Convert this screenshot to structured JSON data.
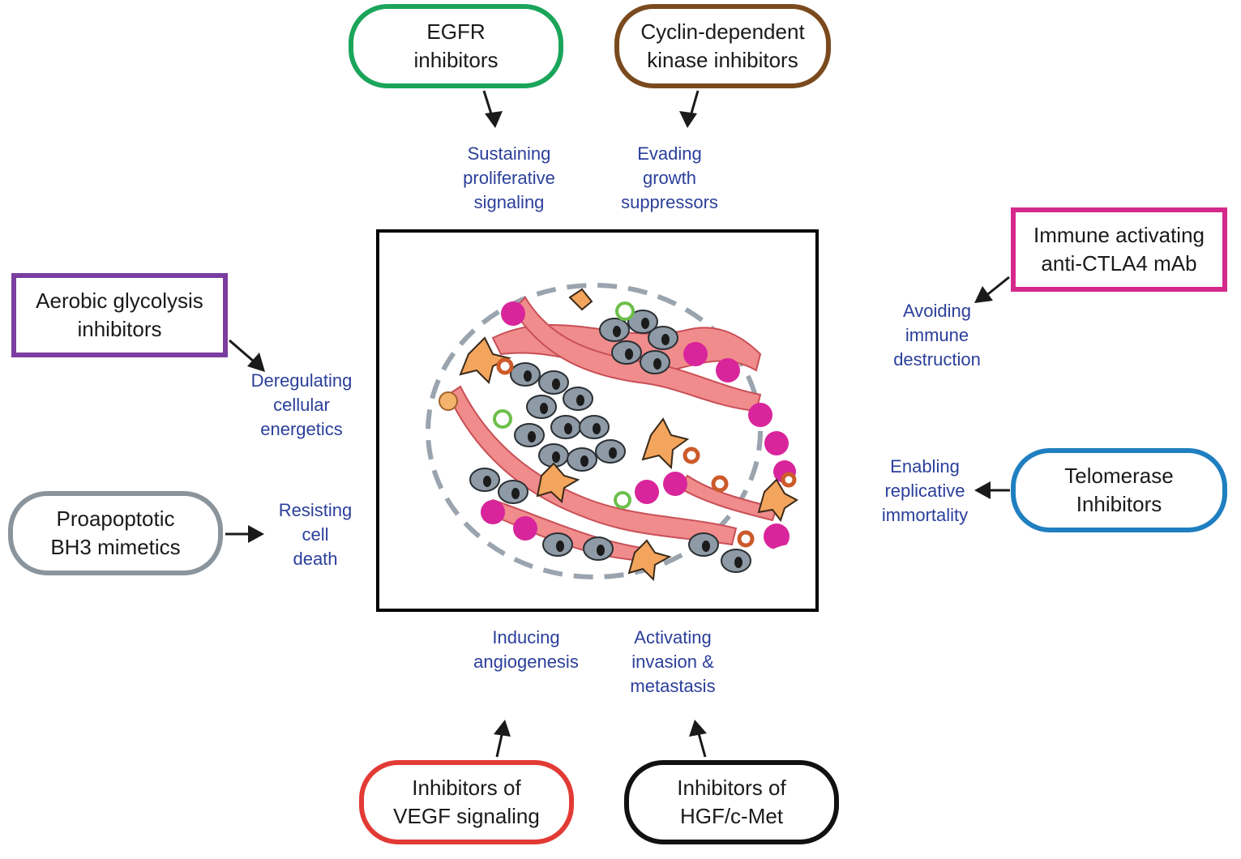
{
  "drugs": {
    "egfr": {
      "lines": [
        "EGFR",
        "inhibitors"
      ],
      "color": "#1aa55a"
    },
    "cdk": {
      "lines": [
        "Cyclin-dependent",
        "kinase inhibitors"
      ],
      "color": "#7a4a1e"
    },
    "immune": {
      "lines": [
        "Immune activating",
        "anti-CTLA4 mAb"
      ],
      "color": "#d4298b"
    },
    "glycolysis": {
      "lines": [
        "Aerobic glycolysis",
        "inhibitors"
      ],
      "color": "#7a3da0"
    },
    "bh3": {
      "lines": [
        "Proapoptotic",
        "BH3 mimetics"
      ],
      "color": "#8a949c"
    },
    "telomerase": {
      "lines": [
        "Telomerase",
        "Inhibitors"
      ],
      "color": "#1f7fc0"
    },
    "vegf": {
      "lines": [
        "Inhibitors of",
        "VEGF signaling"
      ],
      "color": "#e23a35"
    },
    "hgf": {
      "lines": [
        "Inhibitors of",
        "HGF/c-Met"
      ],
      "color": "#111111"
    }
  },
  "hallmarks": {
    "proliferative": [
      "Sustaining",
      "proliferative",
      "signaling"
    ],
    "growth": [
      "Evading",
      "growth",
      "suppressors"
    ],
    "immune": [
      "Avoiding",
      "immune",
      "destruction"
    ],
    "energetics": [
      "Deregulating",
      "cellular",
      "energetics"
    ],
    "death": [
      "Resisting",
      "cell",
      "death"
    ],
    "immortality": [
      "Enabling",
      "replicative",
      "immortality"
    ],
    "angiogenesis": [
      "Inducing",
      "angiogenesis"
    ],
    "invasion": [
      "Activating",
      "invasion &",
      "metastasis"
    ]
  }
}
